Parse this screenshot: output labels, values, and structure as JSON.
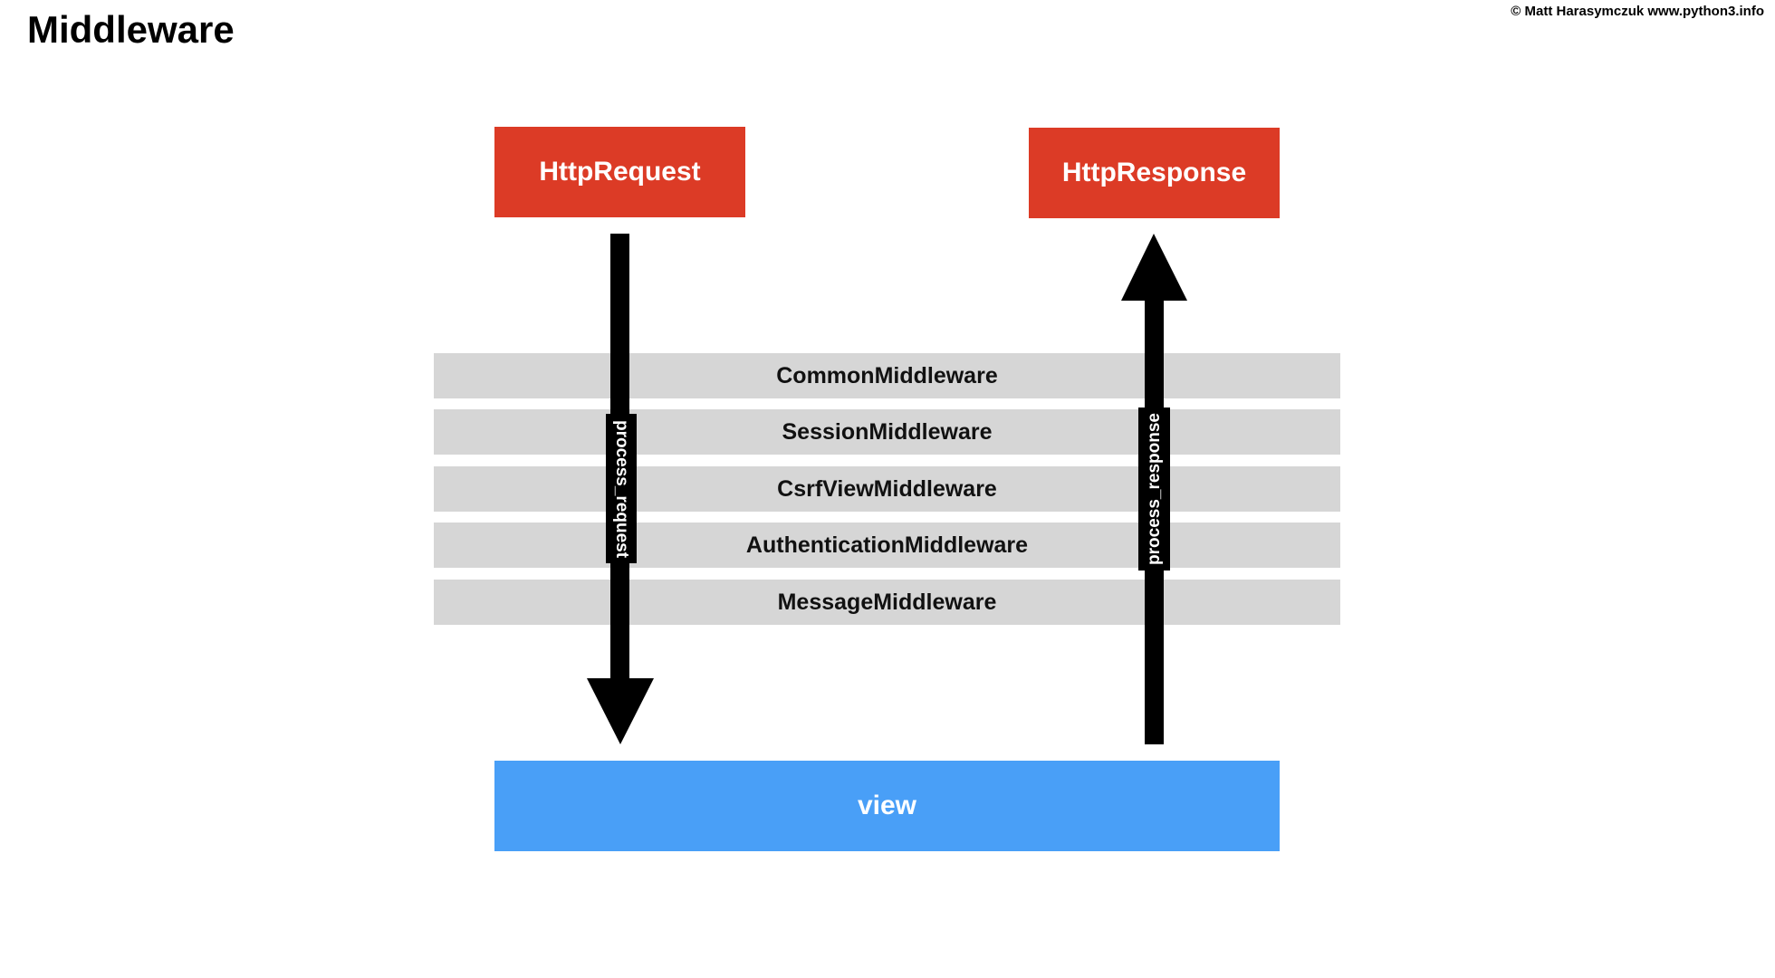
{
  "title": "Middleware",
  "credit": "© Matt Harasymczuk www.python3.info",
  "request_box": {
    "label": "HttpRequest"
  },
  "response_box": {
    "label": "HttpResponse"
  },
  "view_box": {
    "label": "view"
  },
  "layers": [
    {
      "label": "CommonMiddleware"
    },
    {
      "label": "SessionMiddleware"
    },
    {
      "label": "CsrfViewMiddleware"
    },
    {
      "label": "AuthenticationMiddleware"
    },
    {
      "label": "MessageMiddleware"
    }
  ],
  "arrows": {
    "request_label": "process_request",
    "response_label": "process_response"
  },
  "colors": {
    "http_box": "#dc3b26",
    "view_box": "#499ff7",
    "layer": "#d6d6d6",
    "arrow": "#000000"
  }
}
